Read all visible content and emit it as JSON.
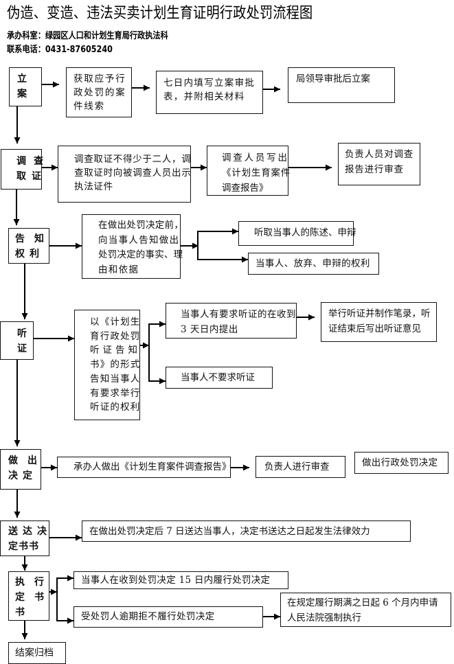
{
  "title": "伪造、变造、违法买卖计划生育证明行政处罚流程图",
  "info": {
    "department": "承办科室：绿园区人口和计划生育局行政执法科",
    "phone": "联系电话：0431-87605240"
  },
  "flow": {
    "filing": {
      "label": [
        "立",
        "案"
      ],
      "clue": [
        "获取应予行",
        "政处罚的案",
        "件线索"
      ],
      "form": [
        "七日内填写立案审批",
        "表，并附相关材料"
      ],
      "approval": [
        "局领导审批后立案"
      ]
    },
    "investigation": {
      "label": [
        "调查",
        "取证"
      ],
      "rule": [
        "调查取证不得少于二人，调",
        "查取证时向被调查人员出示",
        "执法证件"
      ],
      "report": [
        "调查人员写出",
        "《计划生育案件",
        "调查报告》"
      ],
      "review": [
        "负责人员对调查",
        "报告进行审查"
      ]
    },
    "notification": {
      "label": [
        "告知",
        "权利"
      ],
      "content": [
        "在做出处罚决定前，",
        "向当事人告知做出",
        "处罚决定的事实、理",
        "由和依据"
      ],
      "statement": "听取当事人的陈述、申辩",
      "waiver": "当事人、放弃、申辩的权利"
    },
    "hearing": {
      "label": [
        "听",
        "证"
      ],
      "notice": [
        "以《计划生",
        "育行政处罚",
        "听证告知",
        "书》的形式",
        "告知当事人",
        "有要求举行",
        "听证的权利"
      ],
      "request": [
        "当事人有要求听证的在收到",
        "3 天日内提出"
      ],
      "held": [
        "举行听证并制作笔录，听",
        "证结束后写出听证意见"
      ],
      "none": "当事人不要求听证"
    },
    "decision": {
      "label": [
        "做出",
        "决定"
      ],
      "report": "承办人做出《计划生育案件调查报告》",
      "review": "负责人进行审查",
      "final": "做出行政处罚决定"
    },
    "delivery": {
      "label": [
        "送达决",
        "定书书"
      ],
      "rule": "在做出处罚决定后 7 日送达当事人，决定书送达之日起发生法律效力"
    },
    "execution": {
      "label": [
        "执行",
        "定书",
        "书"
      ],
      "comply": "当事人在收到处罚决定 15 日内履行处罚决定",
      "refuse": "受处罚人逾期拒不履行处罚决定",
      "court": [
        "在规定履行期满之日起 6 个月内申请",
        "人民法院强制执行"
      ]
    },
    "archive": "结案归档"
  }
}
